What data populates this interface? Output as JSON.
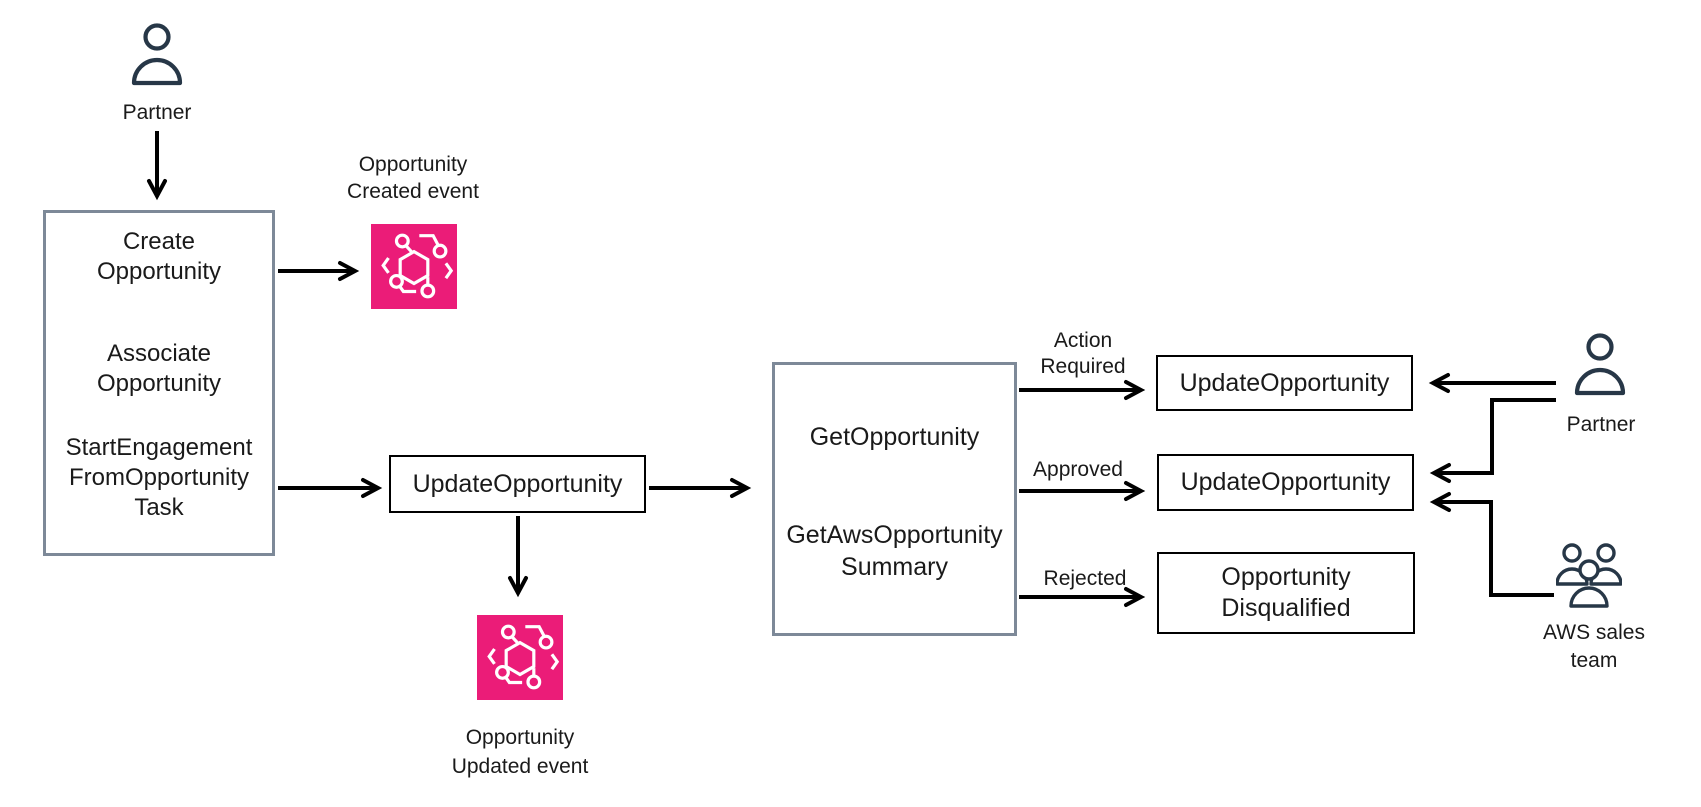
{
  "canvas": {
    "background": "#ffffff"
  },
  "colors": {
    "event_icon_background": "#EB1C78",
    "event_icon_glyph": "#FFFFFF",
    "actor_stroke": "#273747",
    "group_box_border": "#7D8998",
    "action_box_border": "#000000",
    "arrow": "#000000",
    "text": "#1A1A1A"
  },
  "icons": {
    "partner_top": "user-icon",
    "partner_right": "user-icon",
    "aws_sales_team": "users-group-icon",
    "created_event": "eventbridge-event-icon",
    "updated_event": "eventbridge-event-icon"
  },
  "actors": {
    "partner_top_label": "Partner",
    "partner_right_label": "Partner",
    "aws_sales_team_label": "AWS sales\nteam"
  },
  "partner_api_box": {
    "create": "Create\nOpportunity",
    "associate": "Associate\nOpportunity",
    "start_engagement": "StartEngagement\nFromOpportunity\nTask"
  },
  "events": {
    "created": "Opportunity\nCreated event",
    "updated": "Opportunity\nUpdated event"
  },
  "update_api_box": "UpdateOpportunity",
  "review_box": {
    "get_opportunity": "GetOpportunity",
    "get_aws_opportunity_summary": "GetAwsOpportunity\nSummary"
  },
  "outcomes": [
    {
      "edge_label": "Action\nRequired",
      "target": "UpdateOpportunity"
    },
    {
      "edge_label": "Approved",
      "target": "UpdateOpportunity"
    },
    {
      "edge_label": "Rejected",
      "target": "Opportunity\nDisqualified"
    }
  ]
}
